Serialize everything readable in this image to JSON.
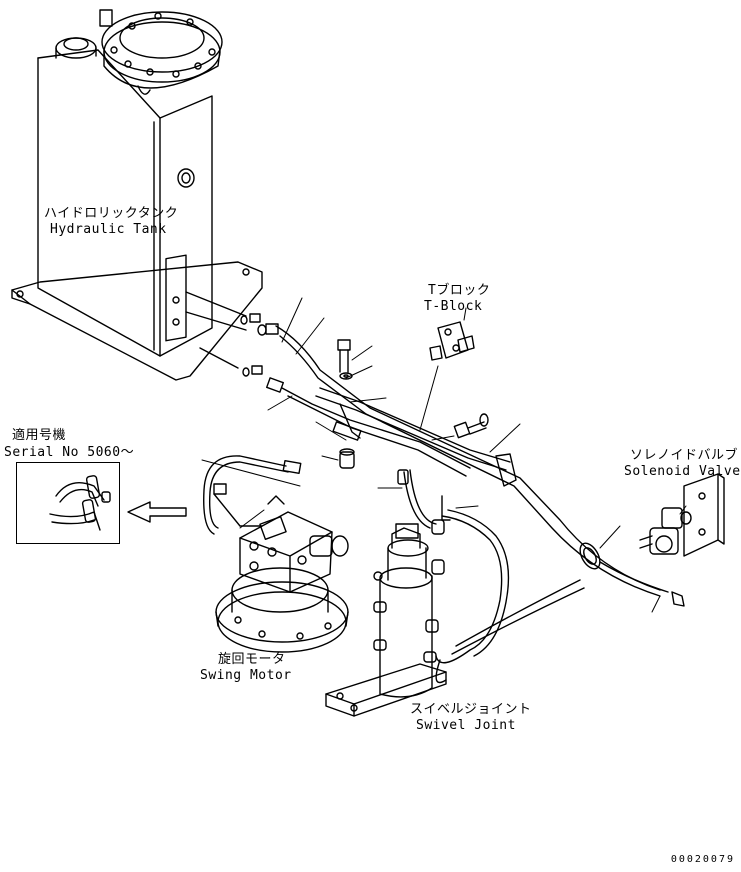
{
  "labels": {
    "hydraulic_tank_jp": "ハイドロリックタンク",
    "hydraulic_tank_en": "Hydraulic Tank",
    "t_block_jp": "Tブロック",
    "t_block_en": "T-Block",
    "applicable_jp": "適用号機",
    "serial_no": "Serial No 5060～",
    "solenoid_valve_jp": "ソレノイドバルブ",
    "solenoid_valve_en": "Solenoid Valve",
    "swing_motor_jp": "旋回モータ",
    "swing_motor_en": "Swing Motor",
    "swivel_joint_jp": "スイベルジョイント",
    "swivel_joint_en": "Swivel Joint",
    "drawing_number": "00020079"
  }
}
